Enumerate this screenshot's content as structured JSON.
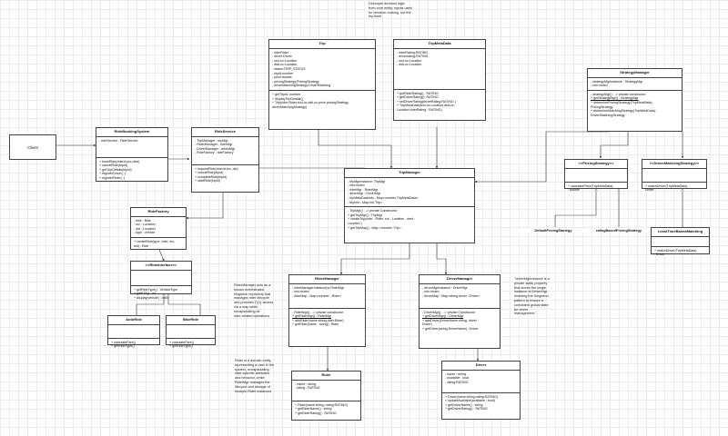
{
  "client": "Client",
  "notes": {
    "top": "Decouple decision logic\nfrom core entity; inputs used\nfor decision-making, not the\ntrip itself",
    "ridermanager": "RiderManager acts as a\nknown orchestrated\nsingleton repository that\nmanages rider lifecycle\nand provides O(1) access\nvia a map while\nencapsulating all\nrider-related operations",
    "rider": "Rider is a domain entity\nrepresenting a user in the\nsystem, encapsulating\nrider-specific attributes\nand behavior, while\nRiderMgr manages the\nlifecycle and storage of\nmultiple Rider instances",
    "strategy": "\"driverMgrInstance is a\nprivate static property\nthat stores the single\ninstance of DriverMgr,\nenabling the Singleton\npattern to ensure a\nconsistent global state\nfor driver\nmanagement.\""
  },
  "classes": {
    "trip": {
      "title": "Trip",
      "attrs": [
        "- riderRider",
        "- driver:Driver",
        "- srcLoc:Location",
        "- dstLoc:Location",
        "- status:TRIP_STATUS",
        "- tripId:number",
        "- price:double",
        "- pricingStrategy:PricingStrategy",
        "- driverMatchingStrategy:DriverMatching"
      ],
      "methods": [
        "+ getTripId: number",
        "+ displayTripDetails()",
        "+ Trip(rider:Rider,srcLoc,dstLoc,price,pricingStrategy,",
        "driverMatchingStrategy)"
      ]
    },
    "tripmetadata": {
      "title": "TripMetaData",
      "attrs": [
        "- riderRating:RATING",
        "- driverrating:RATING",
        "- srcLoc:Location",
        "- dstLoc:Location"
      ],
      "methods": [
        "+ getRiderRating() : RATING",
        "+ getDriverRating(): RATING",
        "+ setDriverRating(driverRating:RATING )",
        "+ TripMetaData(srcLoc:Location,dstLoc:",
        "Location,riderRating : RATING)"
      ]
    },
    "strategymanager": {
      "title": "StrategyManager",
      "attrs": [
        "- strategyMgrInstance : StrategyMgr",
        "- mtx:mutex"
      ],
      "methods": [
        "- strategyMgr() : -> private constructor",
        "+ getStrategyMgr() : StrategyMgr",
        "+ determinePricingStrategy(TripMetaData):",
        "PricingStrategy",
        "+ determineMatchingStrategy(TripMetaData):",
        "DriverMatchingStrategy"
      ]
    },
    "ridebookingsystem": {
      "title": "RideBookingSystem",
      "attrs": [
        "- rideService : RideService"
      ],
      "methods": [
        "+ bookRide(riderId,src,dest)",
        "+ cancelRide(tripId)",
        "+ getTripDetails(tripId)",
        "+ registerDriver(..)",
        "+ registerRider(..)"
      ]
    },
    "rideservice": {
      "title": "RideService",
      "attrs": [
        "- TripManager : tripMgr",
        "- RiderManager : riderMgr",
        "- DriverManager : driverMgr",
        "- RideFactory : rideFactory"
      ],
      "methods": [
        "+ requestRide(riderId,src, dst)",
        "+ cancelRide(tripId)",
        "+ completeRide(tripId)",
        "+ startRide(tripId)"
      ]
    },
    "tripmanager": {
      "title": "TripManager",
      "attrs": [
        "- tripMgrInstance: TripMgr",
        "- mtx:mutex",
        "- riderMgr : RiderMgr",
        "- driverMgr : DriverMgr",
        "- tripMetaDataInfo : Map<number,TripMetaData>",
        "- tripInfo : Map<int,Trip>"
      ],
      "methods": [
        "- TripMgr() : -> private Constructor",
        "+ getTripMgr() : TripMgr",
        "+ createTrip(rider : Rider, src : Location , dest :",
        "Location )",
        "+ getTripMap() : Map <number, Trip>"
      ]
    },
    "pricingstrategy": {
      "title": "<<PricingStrategy>>",
      "attrs": [],
      "methods": [
        "+ calculatePrice(TripMetaData)",
        "  : double"
      ]
    },
    "drivermatching": {
      "title": "<<DriverMatchingStrategy>>",
      "attrs": [],
      "methods": [
        "+ matchDriver(TripMetaData) :",
        "Driver"
      ]
    },
    "leasttime": {
      "title": "LeastTimeBasedMatching",
      "attrs": [],
      "methods": [
        "+ matchDriver(TripMetaData)",
        "  : Driver"
      ]
    },
    "ridefactory": {
      "title": "RideFactory",
      "attrs": [
        "- bike : Bike",
        "- src : Location",
        "- dst : Location",
        "- type : vehicle"
      ],
      "methods": [
        "+ createRide(type, rider, src,",
        "dst) : Ride"
      ]
    },
    "rideinterface": {
      "title": "<<RideInterface>>",
      "attrs": [],
      "methods": [
        "+ getRideType() : VehicleType",
        "+ getETA() : int",
        "+ display(vehicle) : void"
      ]
    },
    "autoride": {
      "title": "AutoRide",
      "attrs": [],
      "methods": [
        "+ calculateFare()",
        "+ getRideType()"
      ]
    },
    "bikeride": {
      "title": "BikeRide",
      "attrs": [],
      "methods": [
        "+ calculateFare()",
        "+ getRideType()"
      ]
    },
    "ridermanager": {
      "title": "RiderManager",
      "attrs": [
        "- riderManagerInstance(s):RiderMgr",
        "- mtx:mutex",
        "- riderMap : Map<number , Rider>"
      ],
      "methods": [
        "- RiderMgr() : -> private constructor",
        "+ getRiderMgr() : RiderMgr",
        "+ addRider(name:string,rider:Rider)",
        "+ getRider(name : string) : Rider"
      ]
    },
    "drivermanager": {
      "title": "DriverManager",
      "attrs": [
        "- driverMgrInstance : DriverMgr",
        "- mtx:mutex",
        "- driverMap : Map<string,driver : Driver>"
      ],
      "methods": [
        "- DriverMgr() : -> private Constructor",
        "+ getDriverMgr() : DriverMgr",
        "+ addDriver(DriverName:string, driver :",
        "Driver)",
        "+ getDriver(string DriverName) : Driver"
      ]
    },
    "rider": {
      "title": "Rider",
      "attrs": [
        "- name : string",
        "- rating : RATING"
      ],
      "methods": [
        "+ Rider(name:string, rating:RATING)",
        "+ getRiderName() : string",
        "+ getRiderRating() : RATING"
      ]
    },
    "driver": {
      "title": "Driver",
      "attrs": [
        "- name : string",
        "- available : bool",
        "- rating:RATING"
      ],
      "methods": [
        "+ Driver(name:string,rating:RATING)",
        "+ updateAvailable(available : bool)",
        "+ getDriverName() : string",
        "+ getDriverRating() : RATING"
      ]
    }
  },
  "simple": {
    "defaultpricing": "DefaultPricingStartegy",
    "ratingpricing": "ratingBasedPricingStrategy"
  }
}
